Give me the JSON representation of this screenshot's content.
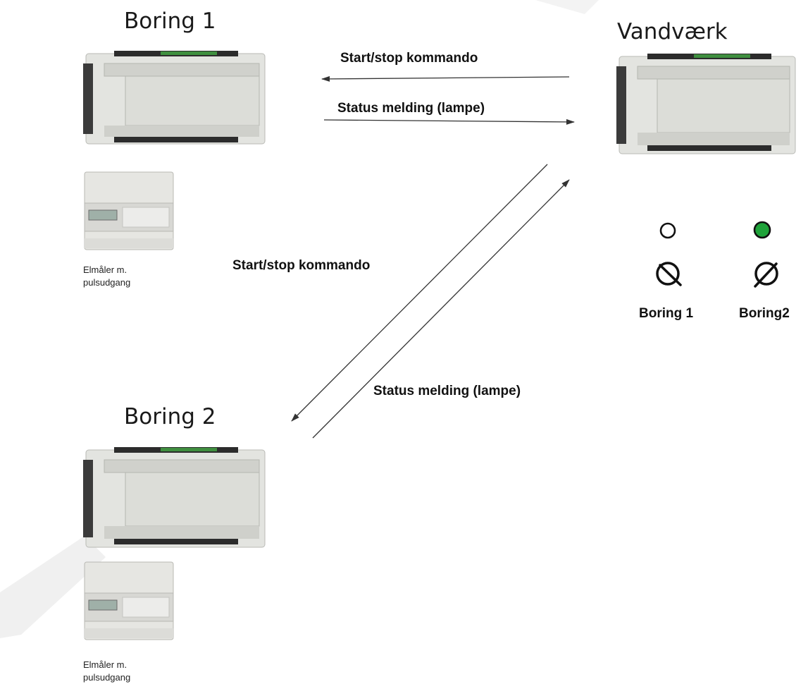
{
  "stations": {
    "boring1": {
      "title": "Boring 1",
      "meter_label_line1": "Elmåler m.",
      "meter_label_line2": "pulsudgang"
    },
    "boring2": {
      "title": "Boring 2",
      "meter_label_line1": "Elmåler m.",
      "meter_label_line2": "pulsudgang"
    },
    "vandvaerk": {
      "title": "Vandværk"
    }
  },
  "links": {
    "top_command": "Start/stop kommando",
    "top_status": "Status melding (lampe)",
    "diag_command": "Start/stop kommando",
    "diag_status": "Status melding (lampe)"
  },
  "panel": {
    "lamps": [
      {
        "label": "Boring 1",
        "state": "off",
        "color": "#ffffff"
      },
      {
        "label": "Boring2",
        "state": "on",
        "color": "#1fa33a"
      }
    ]
  },
  "colors": {
    "line": "#333333",
    "device_body": "#d9dad6",
    "watermark": "#e6e6e6"
  }
}
